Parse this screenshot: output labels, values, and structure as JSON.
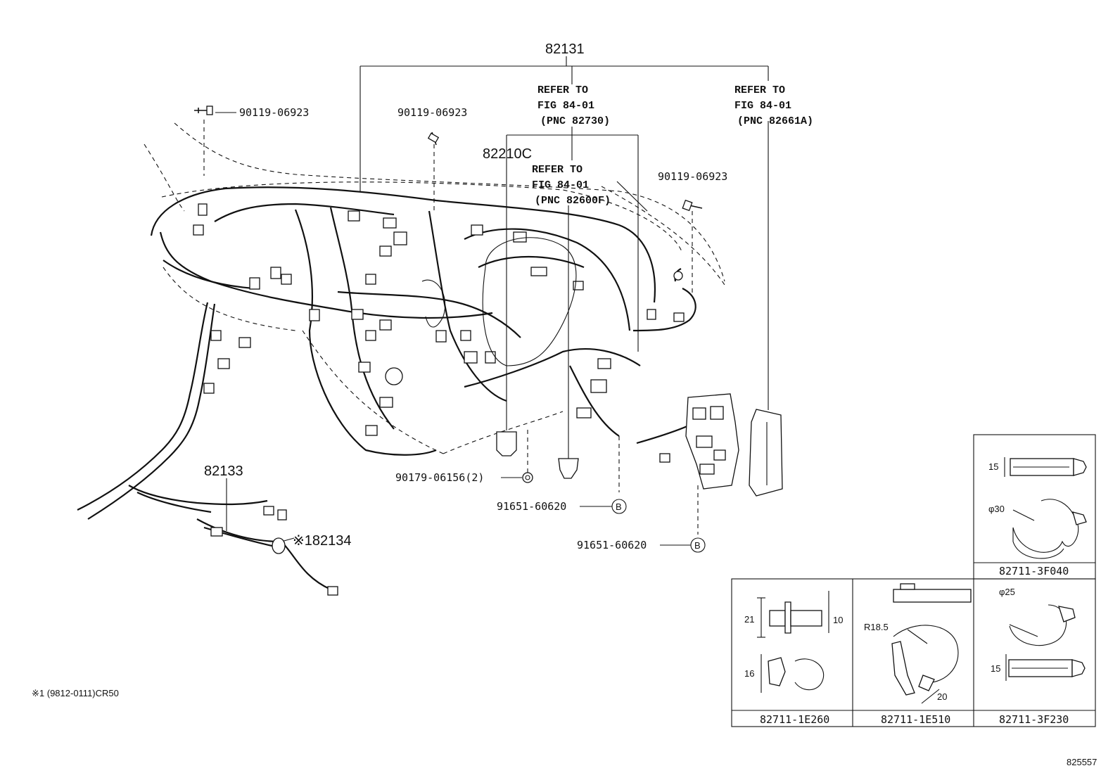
{
  "callouts": {
    "main_harness": "82131",
    "refer_82730": [
      "REFER TO",
      "FIG 84-01",
      "(PNC 82730)"
    ],
    "refer_82661A": [
      "REFER TO",
      "FIG 84-01",
      "(PNC 82661A)"
    ],
    "refer_82600F": [
      "REFER TO",
      "FIG 84-01",
      "(PNC 82600F)"
    ],
    "part_82210C": "82210C",
    "bolt_left": "90119-06923",
    "bolt_center": "90119-06923",
    "bolt_right": "90119-06923",
    "nut": "90179-06156(2)",
    "clip_1": "91651-60620",
    "clip_2": "91651-60620",
    "clip_marker": "B",
    "harness_82133": "82133",
    "harness_82134": "※182134",
    "footnote": "※1 (9812-0111)CR50",
    "figure_id": "825557"
  },
  "clamp_table": {
    "top_cell": {
      "part": "82711-3F040",
      "dims": [
        "15",
        "φ30"
      ]
    },
    "cells": [
      {
        "part": "82711-1E260",
        "dims": [
          "21",
          "10",
          "16"
        ]
      },
      {
        "part": "82711-1E510",
        "dims": [
          "R18.5",
          "20"
        ]
      },
      {
        "part": "82711-3F230",
        "dims": [
          "φ25",
          "15"
        ]
      }
    ]
  }
}
